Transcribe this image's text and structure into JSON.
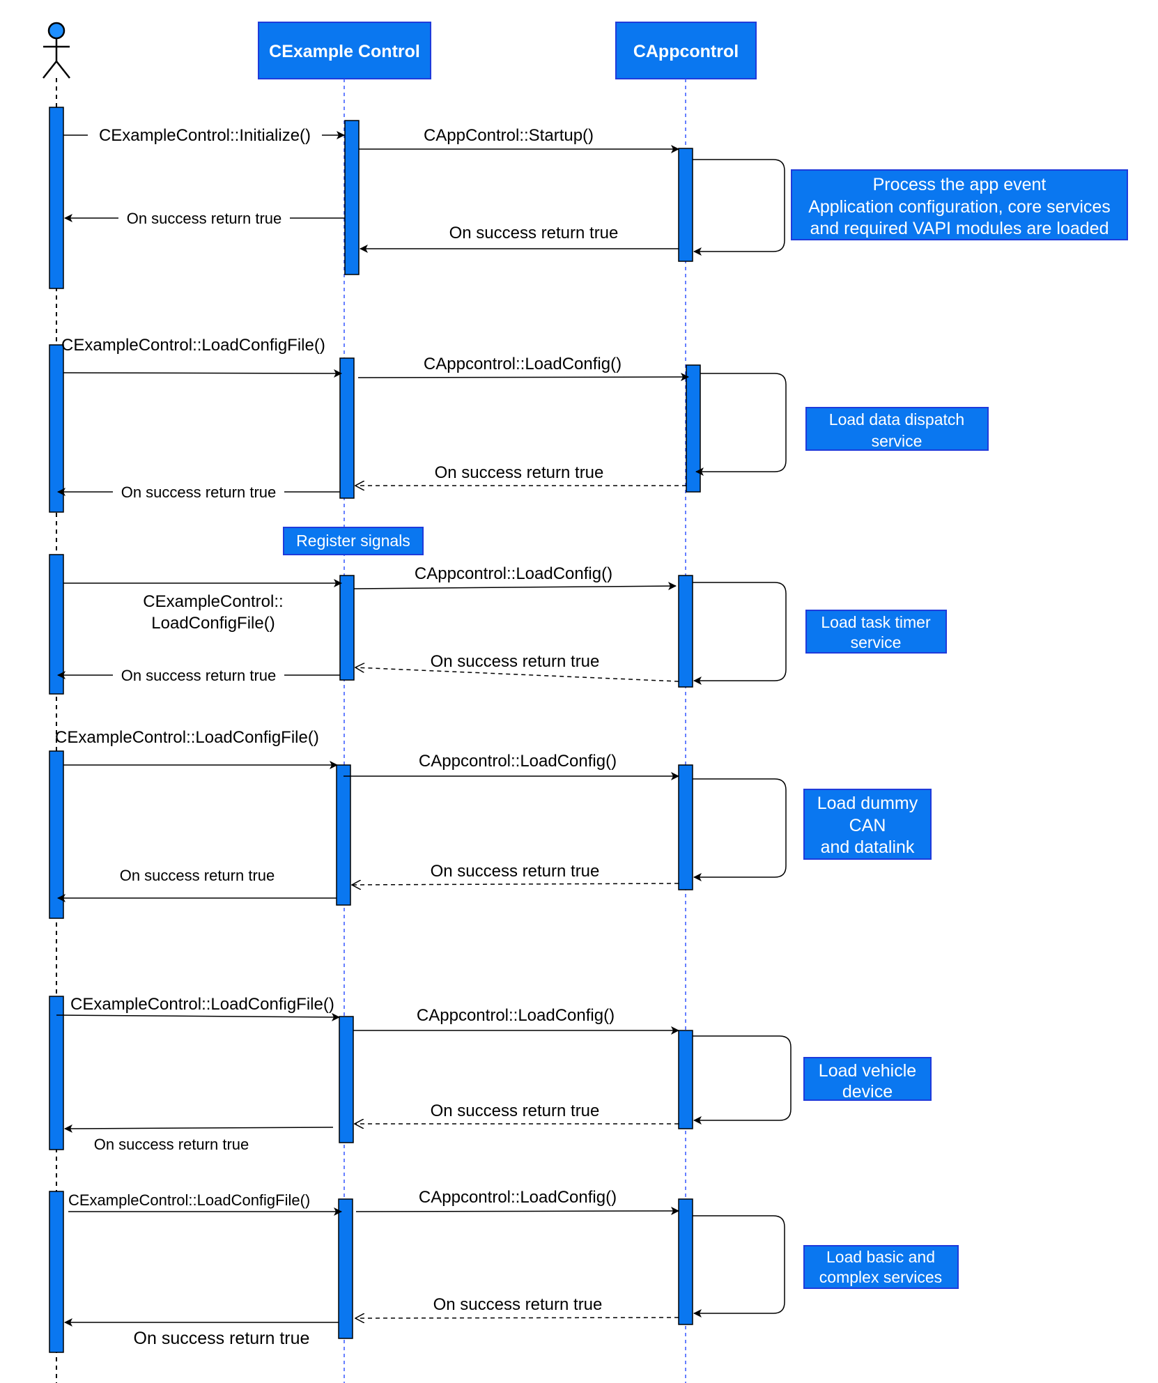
{
  "colors": {
    "accent": "#0a77f0",
    "accent_border": "#1f3bdb",
    "line": "#000000",
    "lifeline_blue": "#3355ff"
  },
  "participants": {
    "actor": {
      "icon": "stick-figure-actor-icon"
    },
    "example": {
      "label": "CExample Control"
    },
    "app": {
      "label": "CAppcontrol"
    }
  },
  "blocks": [
    {
      "call": "CExampleControl::Initialize()",
      "call2": "",
      "sub": "CAppControl::Startup()",
      "ret_sub": "On success return true",
      "ret": "On success return true",
      "note": [
        "Process the app event",
        "Application configuration, core services",
        "and required VAPI modules are loaded"
      ]
    },
    {
      "call": "CExampleControl::LoadConfigFile()",
      "call2": "",
      "sub": "CAppcontrol::LoadConfig()",
      "ret_sub": "On success return true",
      "ret": "On success return true",
      "note": [
        "Load data dispatch",
        "service"
      ]
    },
    {
      "call": "CExampleControl::",
      "call2": "LoadConfigFile()",
      "sub": "CAppcontrol::LoadConfig()",
      "ret_sub": "On success return true",
      "ret": "On success return true",
      "note": [
        "Load task timer",
        "service"
      ]
    },
    {
      "call": "CExampleControl::LoadConfigFile()",
      "call2": "",
      "sub": "CAppcontrol::LoadConfig()",
      "ret_sub": "On success return true",
      "ret": "On success return true",
      "note": [
        "Load dummy",
        "CAN",
        "and datalink"
      ]
    },
    {
      "call": "CExampleControl::LoadConfigFile()",
      "call2": "",
      "sub": "CAppcontrol::LoadConfig()",
      "ret_sub": "On success return true",
      "ret": "On success return true",
      "note": [
        "Load vehicle",
        "device"
      ]
    },
    {
      "call": "CExampleControl::LoadConfigFile()",
      "call2": "",
      "sub": "CAppcontrol::LoadConfig()",
      "ret_sub": "On success return true",
      "ret": "On success return true",
      "note": [
        "Load basic and",
        "complex services"
      ]
    }
  ],
  "register_signals": "Register signals"
}
